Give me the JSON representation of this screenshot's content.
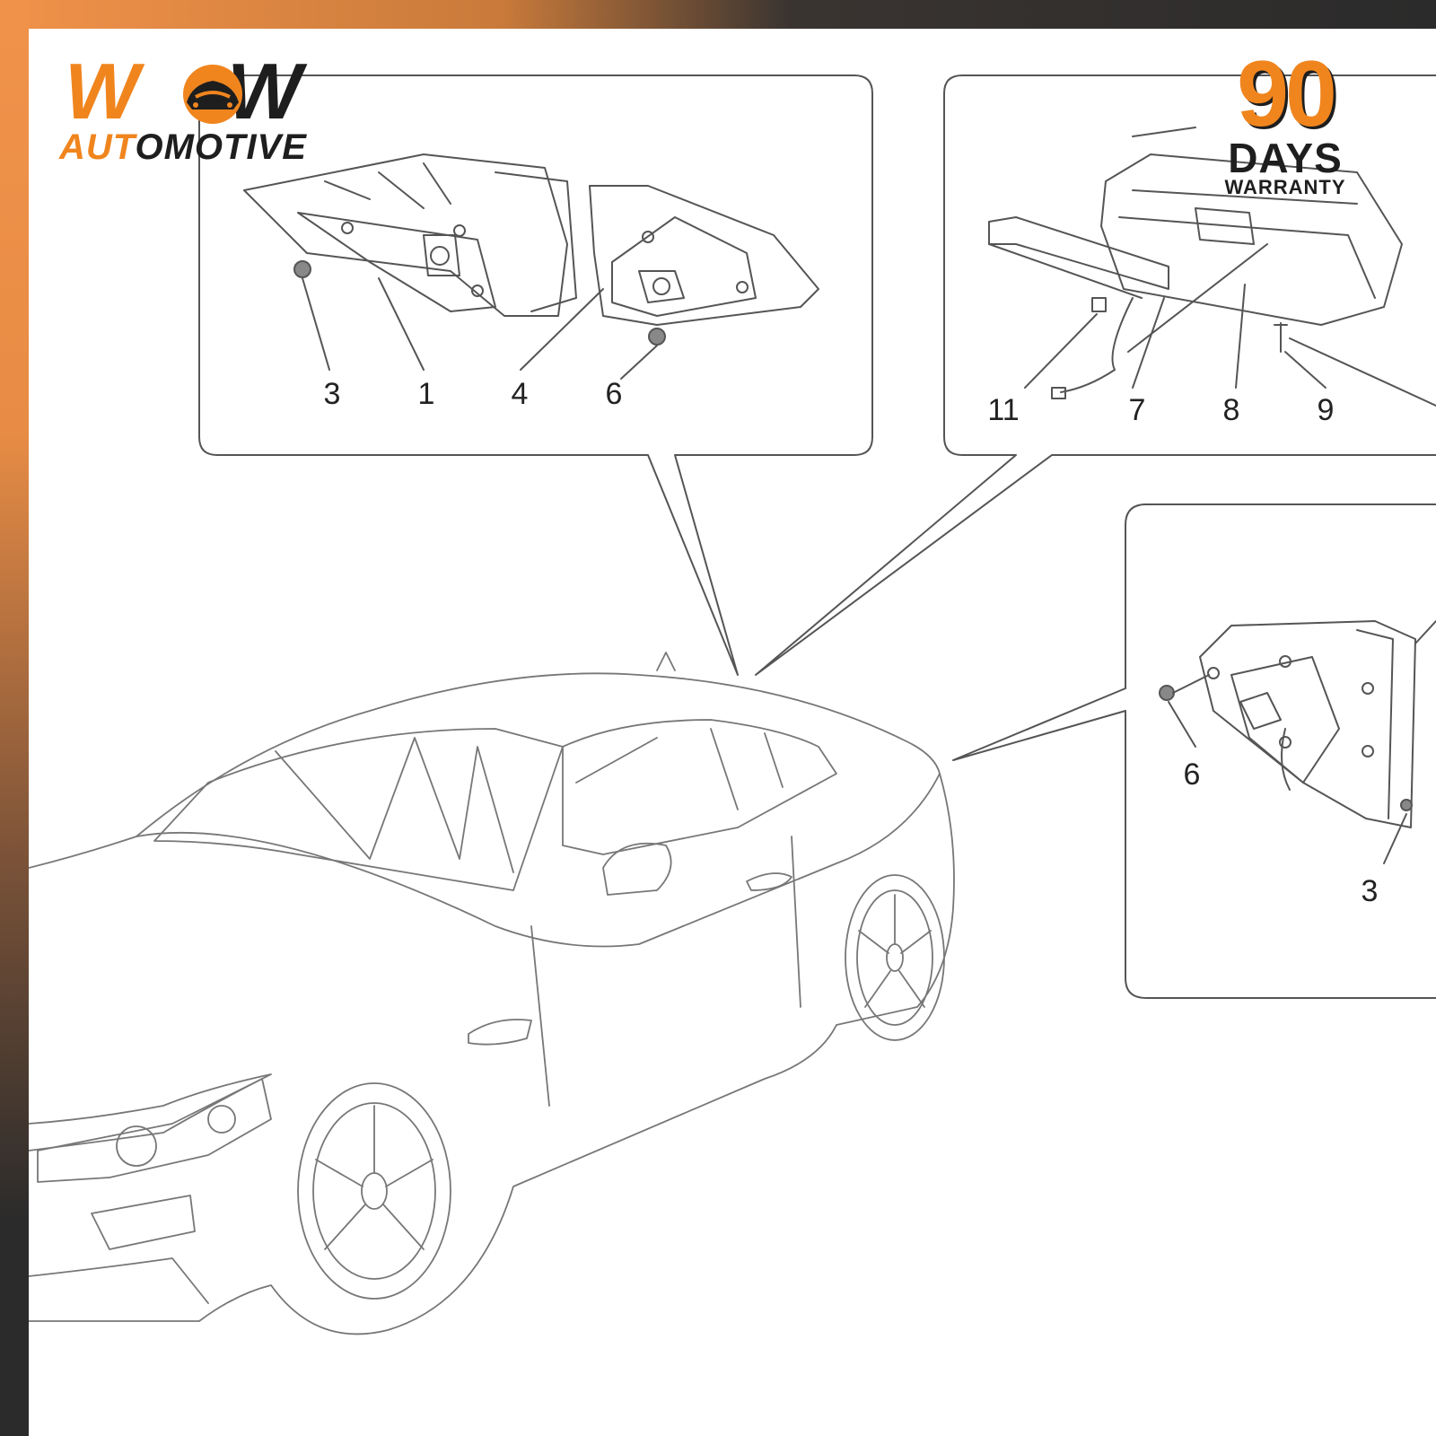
{
  "brand": {
    "word": [
      "W",
      "W"
    ],
    "subtitle_accent": "AUT",
    "subtitle_rest": "OMOTIVE",
    "icon": "sports-car-icon",
    "accent_color": "#f0851e",
    "dark_color": "#1e1e1e"
  },
  "badge": {
    "number": "90",
    "days": "DAYS",
    "warranty": "WARRANTY"
  },
  "callouts": {
    "panel_a": [
      "3",
      "1",
      "4",
      "6"
    ],
    "panel_b": [
      "11",
      "7",
      "8",
      "9"
    ],
    "panel_c": [
      "6",
      "3"
    ]
  }
}
